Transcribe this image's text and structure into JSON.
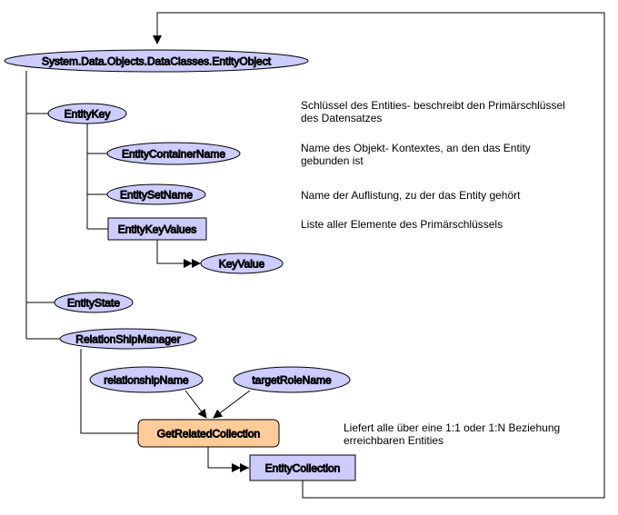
{
  "colors": {
    "ellipse_fill": "#ccccff",
    "rect_fill": "#ccccff",
    "highlight_fill": "#ffcc99",
    "line": "#000000"
  },
  "nodes": {
    "entity_object": "System.Data.Objects.DataClasses.EntityObject",
    "entity_key": "EntityKey",
    "entity_container_name": "EntityContainerName",
    "entity_set_name": "EntitySetName",
    "entity_key_values": "EntityKeyValues",
    "key_value": "KeyValue",
    "entity_state": "EntityState",
    "relationship_manager": "RelationShipManager",
    "relationship_name": "relationshipName",
    "target_role_name": "targetRoleName",
    "get_related_collection": "GetRelatedCollection",
    "entity_collection": "EntityCollection"
  },
  "descriptions": {
    "entity_key": "Schlüssel des Entities- beschreibt den Primärschlüssel\ndes Datensatzes",
    "entity_container_name": "Name des Objekt- Kontextes, an den das Entity\ngebunden ist",
    "entity_set_name": "Name der Auflistung, zu der das Entity gehört",
    "entity_key_values": "Liste aller Elemente des Primärschlüssels",
    "get_related_collection": "Liefert alle über eine 1:1 oder 1:N Beziehung\nerreichbaren Entities"
  }
}
